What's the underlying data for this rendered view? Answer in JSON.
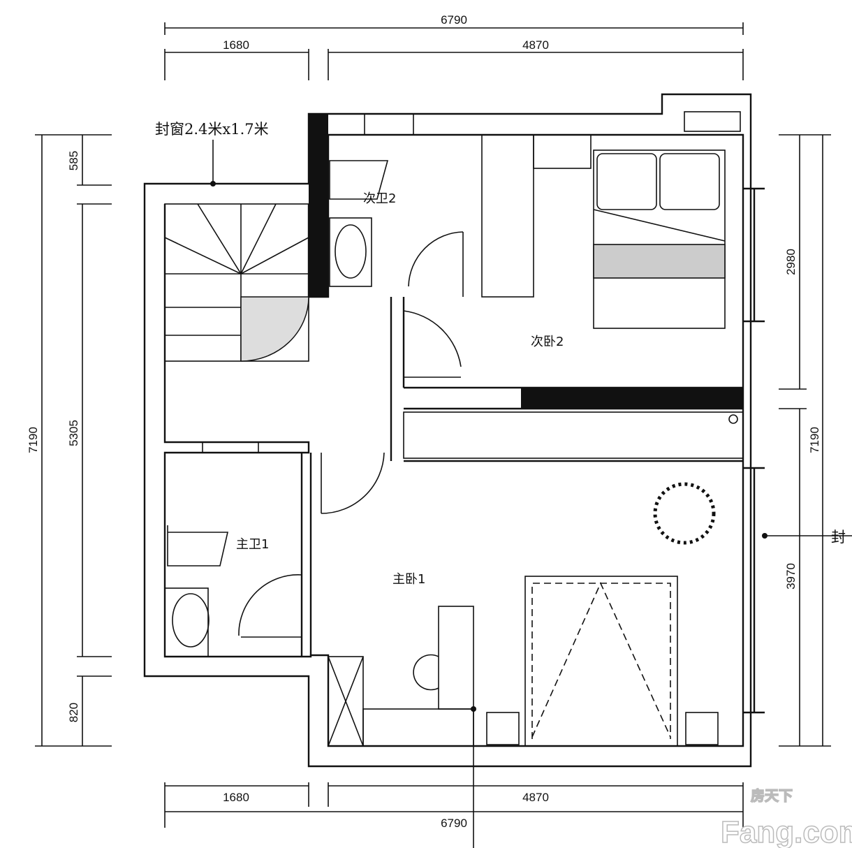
{
  "dimensions": {
    "top_total": "6790",
    "top_left": "1680",
    "top_right": "4870",
    "bottom_left": "1680",
    "bottom_right": "4870",
    "bottom_total": "6790",
    "left_total": "7190",
    "left_top": "585",
    "left_middle": "5305",
    "left_bottom": "820",
    "right_total": "7190",
    "right_top": "2980",
    "right_bottom": "3970"
  },
  "notes": {
    "window_top_left": "封窗2.4米x1.7米",
    "window_right": "封"
  },
  "rooms": {
    "second_bath": "次卫2",
    "second_bedroom": "次卧2",
    "master_bath": "主卫1",
    "master_bedroom": "主卧1"
  },
  "watermark": {
    "cn": "房天下",
    "en": "Fang.com"
  },
  "colors": {
    "line": "#111111",
    "background": "#ffffff"
  }
}
